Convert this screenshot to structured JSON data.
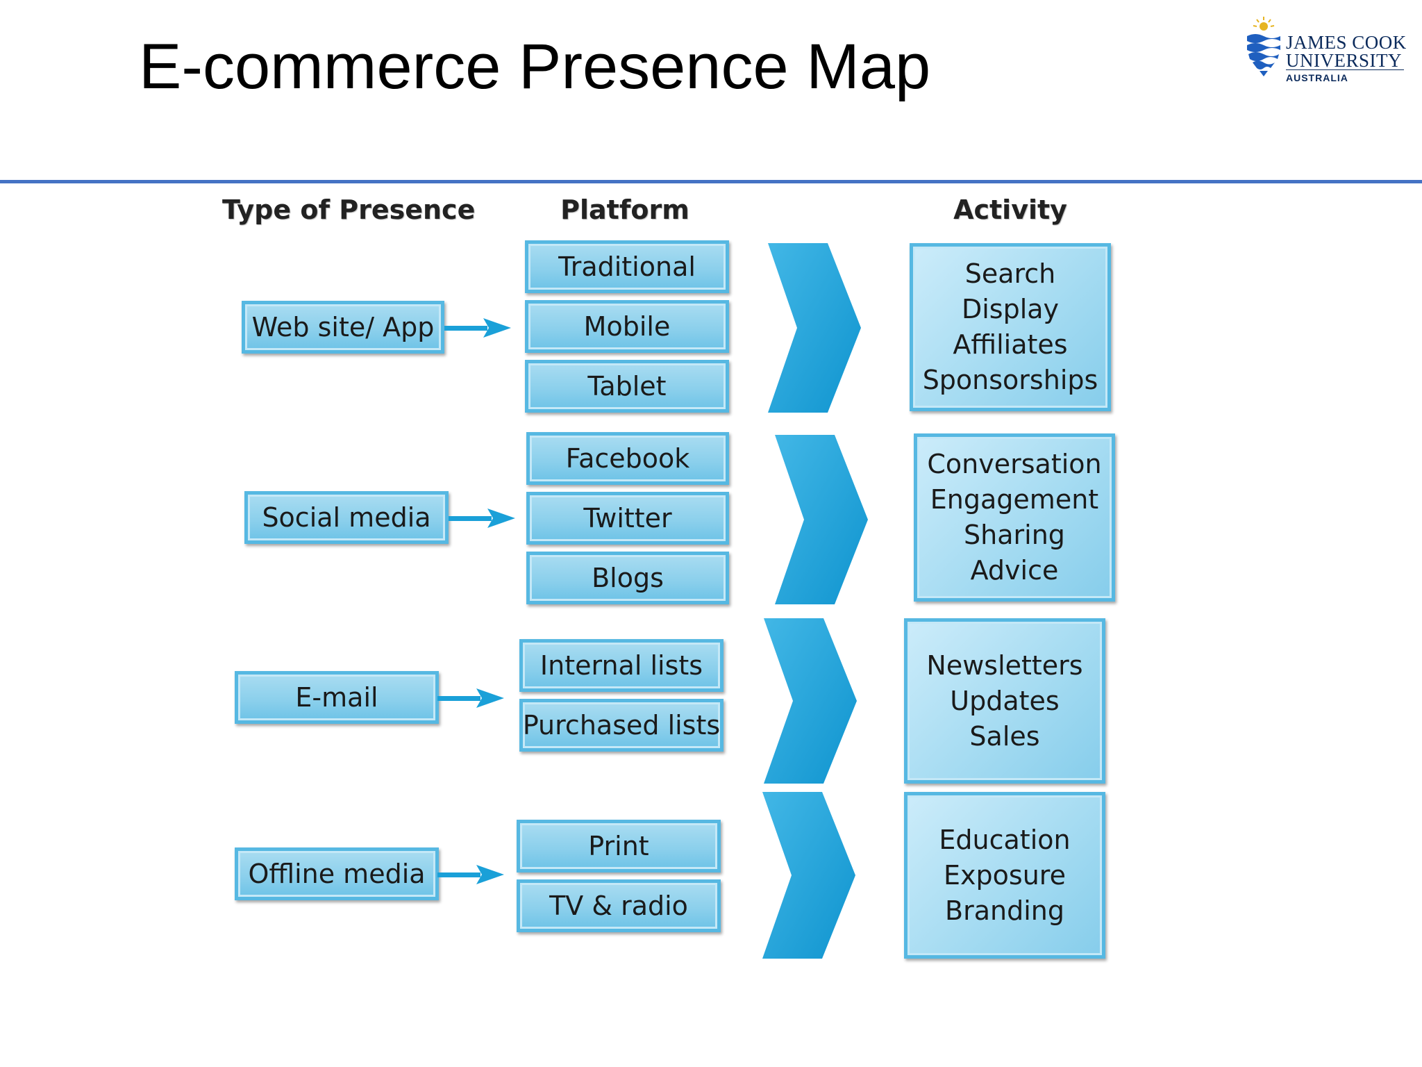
{
  "title": "E-commerce Presence Map",
  "logo": {
    "line1": "JAMES COOK",
    "line2": "UNIVERSITY",
    "line3": "AUSTRALIA"
  },
  "columns": {
    "type": "Type of Presence",
    "platform": "Platform",
    "activity": "Activity"
  },
  "colors": {
    "accent_rule": "#4472c4",
    "box_fill": "#8cd0ec",
    "box_border": "#56b8e2",
    "arrow": "#1aa0d8",
    "chevron": "#1aa3da"
  },
  "rows": [
    {
      "type": "Web site/ App",
      "platforms": [
        "Traditional",
        "Mobile",
        "Tablet"
      ],
      "activities": [
        "Search",
        "Display",
        "Affiliates",
        "Sponsorships"
      ]
    },
    {
      "type": "Social media",
      "platforms": [
        "Facebook",
        "Twitter",
        "Blogs"
      ],
      "activities": [
        "Conversation",
        "Engagement",
        "Sharing",
        "Advice"
      ]
    },
    {
      "type": "E-mail",
      "platforms": [
        "Internal lists",
        "Purchased lists"
      ],
      "activities": [
        "Newsletters",
        "Updates",
        "Sales"
      ]
    },
    {
      "type": "Offline media",
      "platforms": [
        "Print",
        "TV & radio"
      ],
      "activities": [
        "Education",
        "Exposure",
        "Branding"
      ]
    }
  ]
}
